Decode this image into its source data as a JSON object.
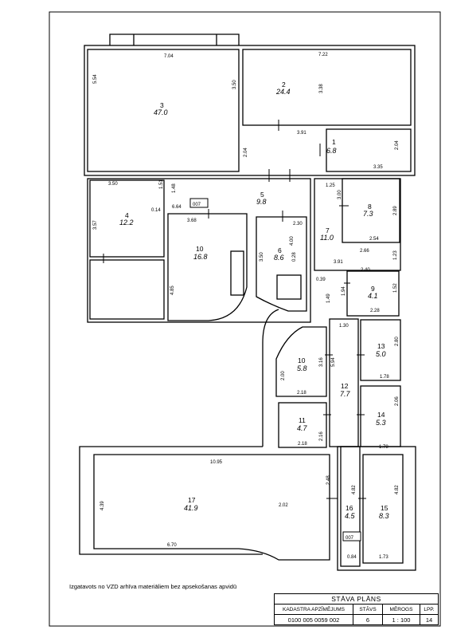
{
  "rooms": [
    {
      "number": "1",
      "area": "6.8"
    },
    {
      "number": "2",
      "area": "24.4"
    },
    {
      "number": "3",
      "area": "47.0"
    },
    {
      "number": "4",
      "area": "12.2"
    },
    {
      "number": "5",
      "area": "9.8"
    },
    {
      "number": "6",
      "area": "8.6"
    },
    {
      "number": "7",
      "area": "11.0"
    },
    {
      "number": "8",
      "area": "7.3"
    },
    {
      "number": "9",
      "area": "4.1"
    },
    {
      "number": "10",
      "area": "16.8"
    },
    {
      "number": "10",
      "area": "5.8"
    },
    {
      "number": "11",
      "area": "4.7"
    },
    {
      "number": "12",
      "area": "7.7"
    },
    {
      "number": "13",
      "area": "5.0"
    },
    {
      "number": "14",
      "area": "5.3"
    },
    {
      "number": "15",
      "area": "8.3"
    },
    {
      "number": "16",
      "area": "4.5"
    },
    {
      "number": "17",
      "area": "41.9"
    }
  ],
  "dimensions": [
    "7.04",
    "7.22",
    "5.54",
    "3.50",
    "3.38",
    "3.91",
    "2.04",
    "2.04",
    "3.35",
    "3.50",
    "1.51",
    "1.48",
    "0.14",
    "6.64",
    "3.68",
    "3.57",
    "1.25",
    "3.00",
    "2.89",
    "2.54",
    "2.30",
    "4.00",
    "3.50",
    "0.28",
    "2.66",
    "1.23",
    "3.91",
    "2.40",
    "0.39",
    "1.49",
    "1.94",
    "1.52",
    "2.28",
    "1.30",
    "4.85",
    "2.80",
    "3.16",
    "5.94",
    "2.00",
    "1.78",
    "2.18",
    "2.06",
    "2.16",
    "2.18",
    "1.78",
    "10.95",
    "2.48",
    "4.82",
    "4.82",
    "4.39",
    "2.02",
    "6.70",
    "0.84",
    "1.73"
  ],
  "marker_label": "007",
  "footer": {
    "note": "Izgatavots no VZD arhīva materiāliem bez apsekošanas apvidū"
  },
  "title_block": {
    "title": "STĀVA PLĀNS",
    "col_cadastre": "KADASTRA APZĪMĒJUMS",
    "col_floor": "STĀVS",
    "col_scale": "MĒROGS",
    "col_page": "LPP.",
    "cadastre": "0100 005 0059 002",
    "floor": "6",
    "scale": "1 : 100",
    "page": "14"
  }
}
